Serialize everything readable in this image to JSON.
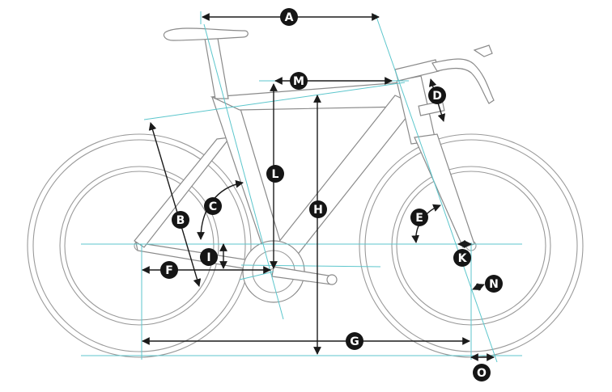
{
  "diagram": {
    "colors": {
      "frame_stroke": "#8a8a8a",
      "reference_line": "#5cc6cc",
      "dimension_line": "#1a1a1a",
      "badge_fill": "#151515",
      "badge_text": "#ffffff"
    },
    "labels": {
      "A": "A",
      "B": "B",
      "C": "C",
      "D": "D",
      "E": "E",
      "F": "F",
      "G": "G",
      "H": "H",
      "I": "I",
      "K": "K",
      "L": "L",
      "M": "M",
      "N": "N",
      "O": "O"
    }
  }
}
